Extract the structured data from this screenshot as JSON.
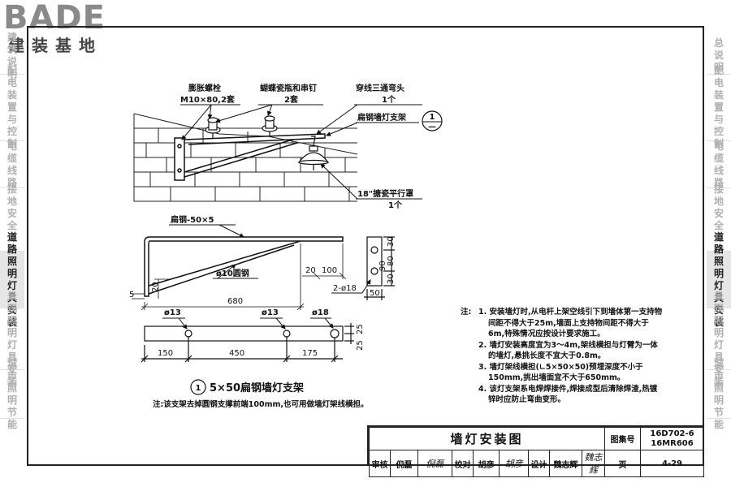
{
  "logo": {
    "brand": "BADE",
    "sub": "建装基地"
  },
  "sidebar_left": [
    "建筑说明",
    "配电装置与控制",
    "电缆线路",
    "接地安全保护",
    "道路照明灯具安装",
    "景观照明灯具安装",
    "城市照明节能"
  ],
  "sidebar_right": [
    "总说明",
    "配电装置与控制",
    "电缆线路",
    "接地安全保护",
    "道路照明灯具安装",
    "景观照明灯具安装",
    "城市照明节能"
  ],
  "active_tab": "道路照明灯具安装",
  "drawing": {
    "callouts": {
      "bolt": "膨胀螺栓",
      "bolt_spec": "M10×80,2套",
      "insulator": "蝴蝶瓷瓶和串钉",
      "insulator_qty": "2套",
      "tee": "穿线三通弯头",
      "tee_qty": "1个",
      "bracket": "扁钢墙灯支架",
      "lamp": "18\"搪瓷平行罩",
      "lamp_qty": "1个",
      "flat_steel": "扁钢-50×5",
      "round_steel": "ø10圆钢"
    },
    "dims": {
      "d5": "5",
      "d20a": "20",
      "d680": "680",
      "d20b": "20",
      "d100": "100",
      "d2phi18": "2-ø18",
      "d30a": "30",
      "d80": "80",
      "d30b": "30",
      "d90": "90",
      "d50": "50",
      "phi13a": "ø13",
      "phi13b": "ø13",
      "phi18": "ø18",
      "d150": "150",
      "d450": "450",
      "d175": "175",
      "d25a": "25",
      "d25b": "25"
    },
    "ref_mark": {
      "num": "1",
      "sub": "—"
    },
    "figure_num": "1",
    "figure_title": "5×50扁钢墙灯支架"
  },
  "notes": {
    "heading": "注:",
    "items": [
      "1. 安装墙灯时,从电杆上架空线引下到墙体第一支持物间距不得大于25m,墙面上支持物间距不得大于6m,特殊情况应按设计要求施工。",
      "2. 墙灯安装高度宜为3～4m,架线横担与灯臂为一体的墙灯,悬挑长度不宜大于0.8m。",
      "3. 墙灯架线横担(∟5×50×50)预埋深度不小于150mm,挑出墙面宜不大于650mm。",
      "4. 该灯支架系电焊焊接件,焊接成型后清除焊渣,热镀锌时应防止弯曲变形。"
    ]
  },
  "bottom_note": "注:该支架去掉圆钢支撑前端100mm,也可用做墙灯架线横担。",
  "title_block": {
    "title": "墙灯安装图",
    "atlas_label": "图集号",
    "atlas_no_1": "16D702-6",
    "atlas_no_2": "16MR606",
    "review": "审核",
    "reviewer": "倪磊",
    "review_sig": "倪磊",
    "check": "校对",
    "checker": "胡彦",
    "check_sig": "胡彦",
    "design": "设计",
    "designer": "魏志辉",
    "design_sig": "魏志辉",
    "page_label": "页",
    "page_no": "4-29"
  }
}
